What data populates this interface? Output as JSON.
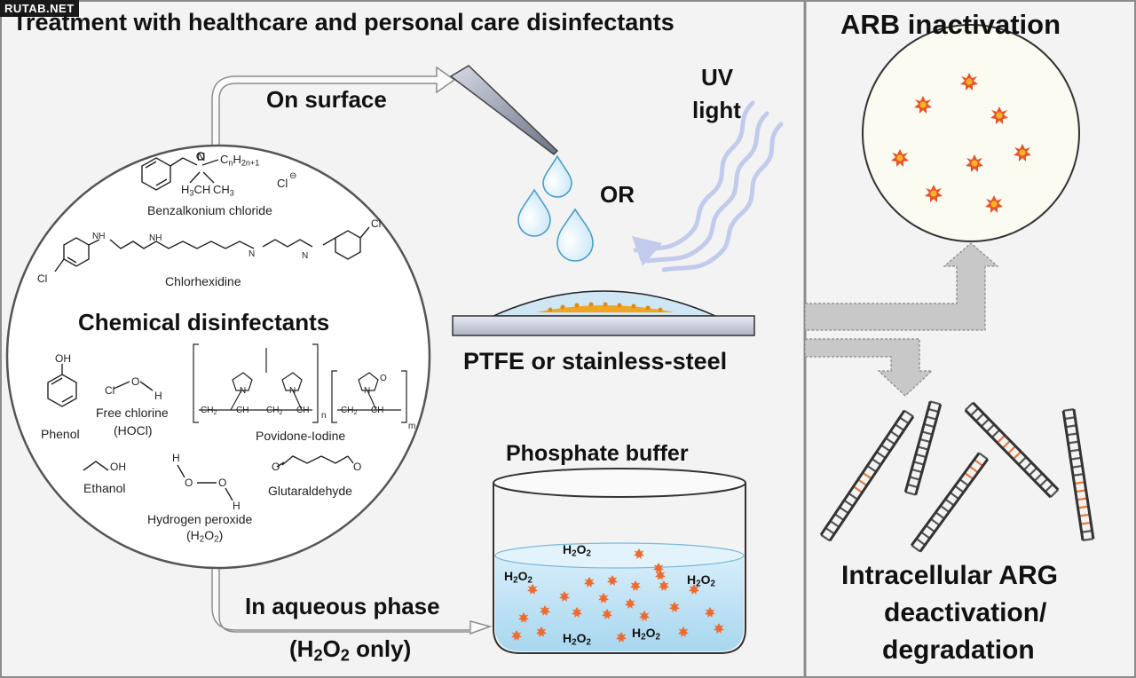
{
  "watermark": "RUTAB.NET",
  "left_panel": {
    "title": "Treatment with healthcare and personal care disinfectants",
    "chemical_circle": {
      "title": "Chemical disinfectants",
      "compounds": {
        "benzalkonium": "Benzalkonium chloride",
        "chlorhexidine": "Chlorhexidine",
        "phenol": "Phenol",
        "free_chlorine": "Free chlorine",
        "free_chlorine_formula": "(HOCl)",
        "povidone": "Povidone-Iodine",
        "ethanol": "Ethanol",
        "glutaraldehyde": "Glutaraldehyde",
        "peroxide": "Hydrogen peroxide",
        "peroxide_formula": {
          "prefix": "(H",
          "sub1": "2",
          "mid": "O",
          "sub2": "2",
          "suffix": ")"
        }
      },
      "structure_atoms": {
        "oh": "OH",
        "cl": "Cl",
        "cl_ion": "Cl",
        "o": "O",
        "h": "H",
        "n": "N",
        "nh": "NH",
        "ch3": "CH",
        "ch2": "CH",
        "ch": "CH",
        "m": "m",
        "n_sub": "n",
        "alkyl": "C",
        "alkyl_sub": "n",
        "alkyl_h": "H",
        "alkyl_h_sub": "2n+1"
      }
    },
    "on_surface": "On surface",
    "or": "OR",
    "uv_light": [
      "UV",
      "light"
    ],
    "ptfe": "PTFE or stainless-steel",
    "aqueous_phase": "In aqueous phase",
    "h2o2_only": {
      "prefix": "(H",
      "sub1": "2",
      "mid": "O",
      "sub2": "2",
      "suffix": " only)"
    },
    "phosphate_buffer": "Phosphate buffer",
    "beaker_h2o2": {
      "prefix": "H",
      "sub1": "2",
      "mid": "O",
      "sub2": "2"
    }
  },
  "right_panel": {
    "title": "ARB inactivation",
    "bottom_title": [
      "Intracellular ARG",
      "deactivation/",
      "degradation"
    ]
  },
  "colors": {
    "background": "#f3f3f3",
    "panel_border": "#8c8c8c",
    "droplet": "#cfe9f7",
    "liquid": "#bfe3f5",
    "bacteria": "#e8542a",
    "bacteria_core": "#f6b323",
    "dna_rung": "#e87a3c",
    "uv_wave": "#b9c2e8"
  }
}
